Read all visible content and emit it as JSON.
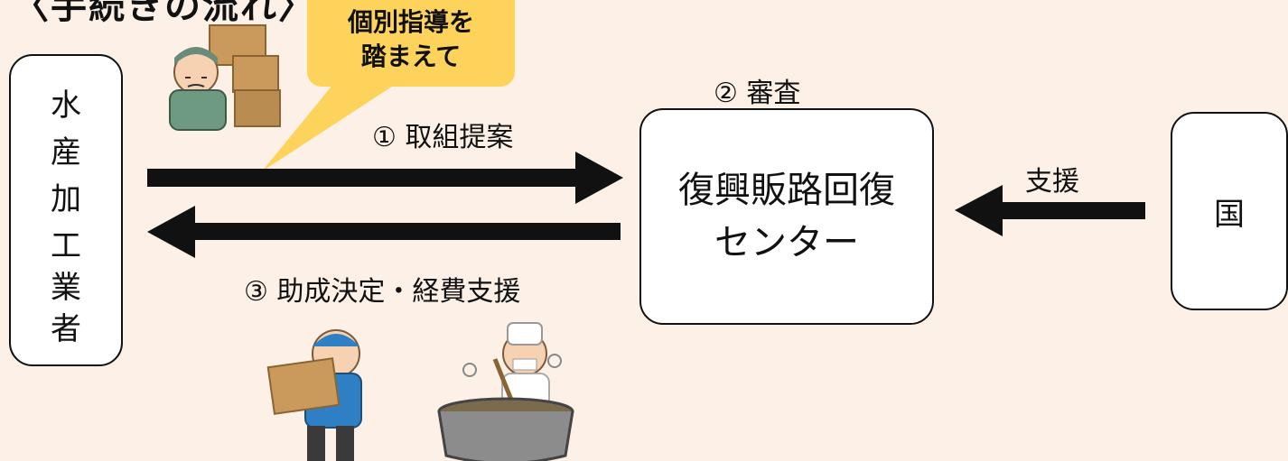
{
  "header": {
    "title": "〈手続きの流れ〉"
  },
  "callout": {
    "line1": "個別指導を",
    "line2": "踏まえて"
  },
  "processor": {
    "chars": [
      "水",
      "産",
      "加",
      "工",
      "業",
      "者"
    ]
  },
  "center": {
    "line1": "復興販路回復",
    "line2": "センター"
  },
  "country": {
    "label": "国"
  },
  "steps": {
    "proposal": "① 取組提案",
    "review": "② 審査",
    "decision": "③ 助成決定・経費支援",
    "support": "支援"
  }
}
